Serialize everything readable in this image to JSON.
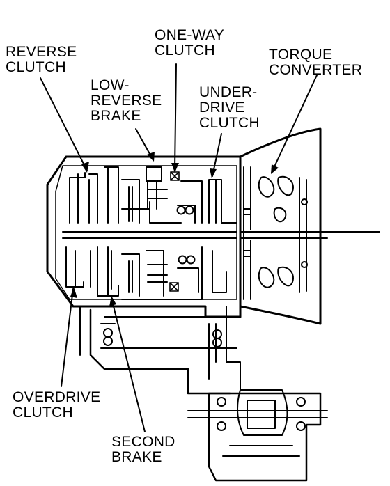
{
  "labels": {
    "reverse_clutch": [
      "REVERSE",
      "CLUTCH"
    ],
    "one_way_clutch": [
      "ONE-WAY",
      "CLUTCH"
    ],
    "torque_converter": [
      "TORQUE",
      "CONVERTER"
    ],
    "low_reverse_brake": [
      "LOW-",
      "REVERSE",
      "BRAKE"
    ],
    "underdrive_clutch": [
      "UNDER-",
      "DRIVE",
      "CLUTCH"
    ],
    "overdrive_clutch": [
      "OVERDRIVE",
      "CLUTCH"
    ],
    "second_brake": [
      "SECOND",
      "BRAKE"
    ]
  },
  "colors": {
    "ink": "#000000",
    "paper": "#ffffff"
  }
}
